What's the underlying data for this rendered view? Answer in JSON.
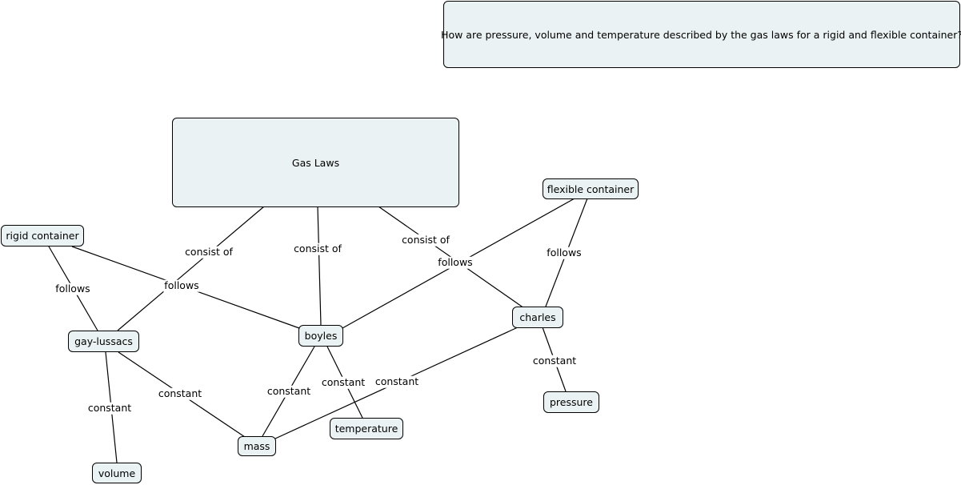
{
  "question": "How are pressure, volume and temperature described by the gas laws for a rigid and flexible container?",
  "nodes": {
    "gas_laws": "Gas Laws",
    "flexible_container": "flexible container",
    "rigid_container": "rigid container",
    "gay_lussacs": "gay-lussacs",
    "boyles": "boyles",
    "charles": "charles",
    "pressure": "pressure",
    "temperature": "temperature",
    "mass": "mass",
    "volume": "volume"
  },
  "links": {
    "gas_to_gay": "consist of",
    "gas_to_boyles": "consist of",
    "gas_to_charles": "consist of",
    "flexible_to_boyles": "follows",
    "flexible_to_charles": "follows",
    "rigid_to_gay": "follows",
    "rigid_to_boyles": "follows",
    "gay_to_mass": "constant",
    "gay_to_volume": "constant",
    "boyles_to_mass": "constant",
    "boyles_to_temperature": "constant",
    "charles_to_mass": "constant",
    "charles_to_pressure": "constant"
  }
}
